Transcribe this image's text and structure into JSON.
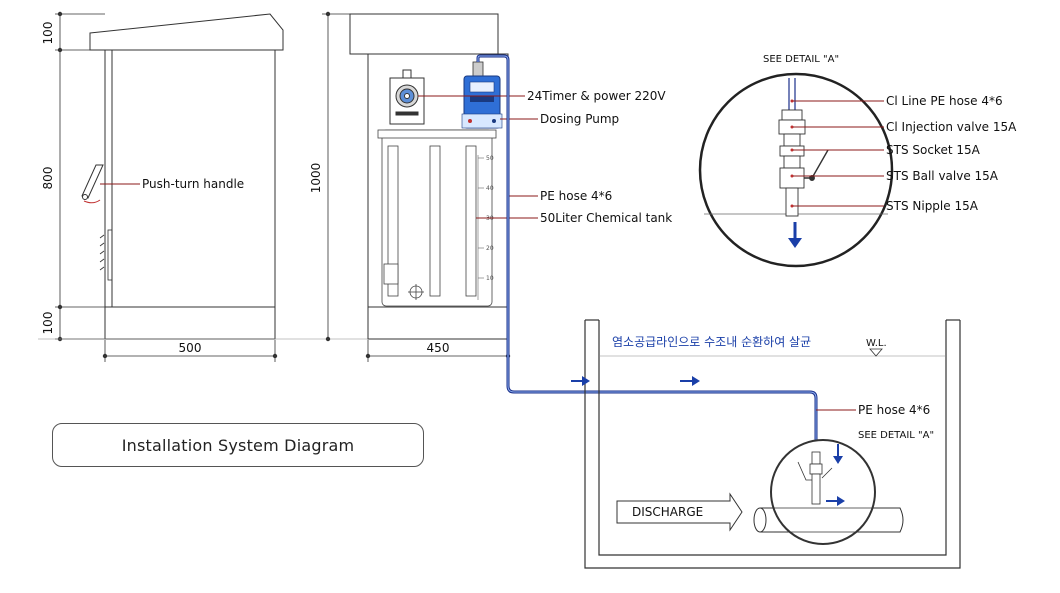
{
  "diagram": {
    "title": "Installation System Diagram",
    "dimensions": {
      "side_top": "100",
      "side_mid": "800",
      "side_bottom": "100",
      "side_width": "500",
      "front_height": "1000",
      "front_width": "450"
    },
    "labels": {
      "push_turn_handle": "Push-turn handle",
      "timer": "24Timer & power 220V",
      "dosing_pump": "Dosing Pump",
      "pe_hose": "PE hose 4*6",
      "chemical_tank": "50Liter Chemical tank",
      "pe_hose_bottom": "PE hose 4*6",
      "see_detail_bottom": "SEE DETAIL \"A\"",
      "see_detail_top": "SEE DETAIL \"A\"",
      "discharge": "DISCHARGE",
      "korean_note": "염소공급라인으로 수조내 순환하여 살균",
      "water_level": "W.L."
    },
    "detail_labels": [
      "Cl Line PE hose 4*6",
      "Cl Injection valve 15A",
      "STS Socket 15A",
      "STS Ball valve 15A",
      "STS Nipple 15A"
    ],
    "tank_scale": [
      "50",
      "40",
      "30",
      "20",
      "10"
    ],
    "colors": {
      "line": "#333333",
      "hose": "#1a2f8a",
      "arrow": "#1a3fa8",
      "leader": "#8b1a1a",
      "pump_body": "#2f6fd6"
    }
  }
}
